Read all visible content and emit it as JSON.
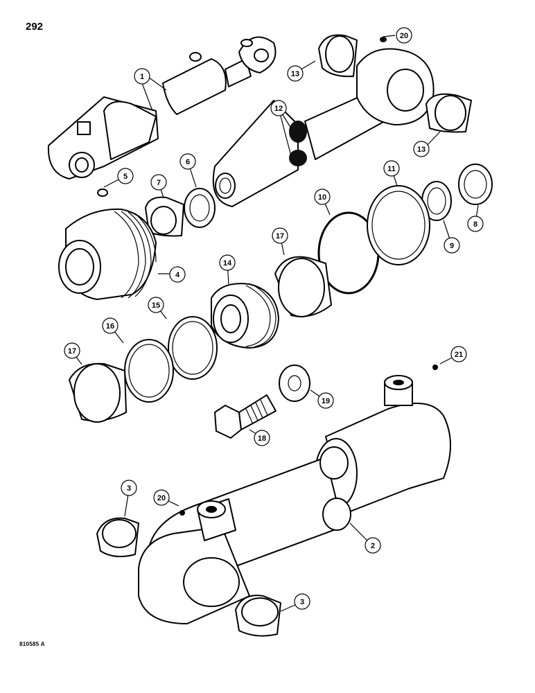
{
  "page_number": "292",
  "reference_code": "810585 A",
  "callouts": [
    {
      "id": "c1",
      "label": "1"
    },
    {
      "id": "c2",
      "label": "2"
    },
    {
      "id": "c3a",
      "label": "3"
    },
    {
      "id": "c3b",
      "label": "3"
    },
    {
      "id": "c4",
      "label": "4"
    },
    {
      "id": "c5",
      "label": "5"
    },
    {
      "id": "c6",
      "label": "6"
    },
    {
      "id": "c7",
      "label": "7"
    },
    {
      "id": "c8",
      "label": "8"
    },
    {
      "id": "c9",
      "label": "9"
    },
    {
      "id": "c10",
      "label": "10"
    },
    {
      "id": "c11",
      "label": "11"
    },
    {
      "id": "c12",
      "label": "12"
    },
    {
      "id": "c13a",
      "label": "13"
    },
    {
      "id": "c13b",
      "label": "13"
    },
    {
      "id": "c14",
      "label": "14"
    },
    {
      "id": "c15",
      "label": "15"
    },
    {
      "id": "c16",
      "label": "16"
    },
    {
      "id": "c17a",
      "label": "17"
    },
    {
      "id": "c17b",
      "label": "17"
    },
    {
      "id": "c18",
      "label": "18"
    },
    {
      "id": "c19",
      "label": "19"
    },
    {
      "id": "c20a",
      "label": "20"
    },
    {
      "id": "c20b",
      "label": "20"
    },
    {
      "id": "c21",
      "label": "21"
    }
  ]
}
